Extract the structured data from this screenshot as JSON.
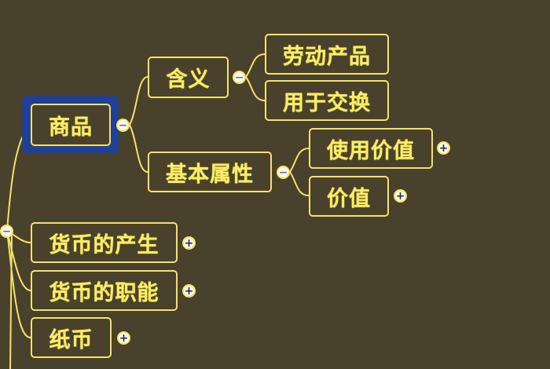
{
  "mindmap": {
    "root_toggle": "−",
    "nodes": {
      "shangpin": "商品",
      "hanyi": "含义",
      "laodong": "劳动产品",
      "yongyu": "用于交换",
      "jiben": "基本属性",
      "shiyong": "使用价值",
      "jiazhi": "价值",
      "chansheng": "货币的产生",
      "zhineng": "货币的职能",
      "zhibi": "纸币"
    },
    "toggles": {
      "collapse": "−",
      "expand": "+"
    },
    "colors": {
      "background": "#4a412c",
      "node_border": "#f1e36a",
      "node_text": "#fbee5c",
      "selection": "#1f4096"
    }
  }
}
